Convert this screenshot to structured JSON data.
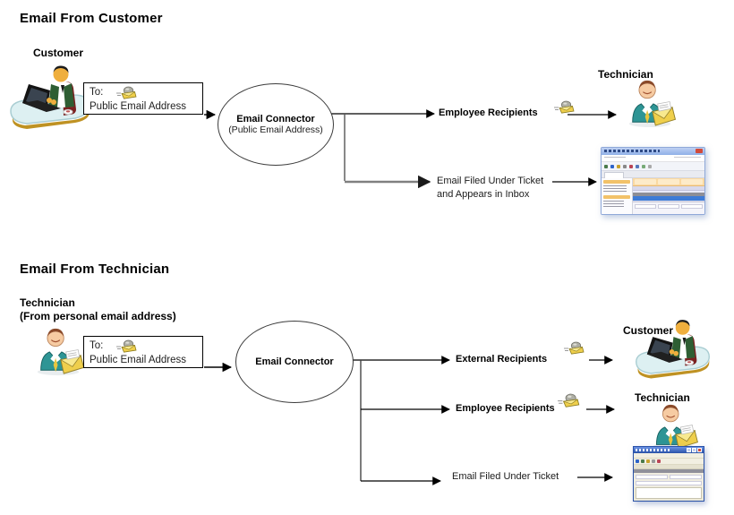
{
  "diagram": {
    "section_customer": {
      "title": "Email From Customer",
      "sender_label": "Customer",
      "to_box": {
        "prefix": "To:",
        "address": "Public Email Address"
      },
      "connector": {
        "name": "Email Connector",
        "detail": "(Public Email Address)"
      },
      "branch_employee": {
        "label": "Employee Recipients",
        "target_label": "Technician"
      },
      "branch_ticket": {
        "line1": "Email Filed Under Ticket",
        "line2": "and Appears in Inbox"
      }
    },
    "section_technician": {
      "title": "Email From Technician",
      "sender_label": "Technician",
      "sender_sublabel": "(From personal email address)",
      "to_box": {
        "prefix": "To:",
        "address": "Public Email Address"
      },
      "connector": {
        "name": "Email Connector"
      },
      "branch_external": {
        "label": "External Recipients",
        "target_label": "Customer"
      },
      "branch_employee": {
        "label": "Employee Recipients",
        "target_label": "Technician"
      },
      "branch_ticket": {
        "label": "Email Filed Under Ticket"
      }
    }
  },
  "icons": {
    "customer": "person-at-laptop-icon",
    "technician": "person-with-envelope-icon",
    "email": "sending-mail-icon",
    "inbox_screenshot": "helpdesk-inbox-app-screenshot",
    "ticket_screenshot": "helpdesk-ticket-app-screenshot"
  },
  "colors": {
    "text": "#000000",
    "connector_line": "#000000",
    "branch_gray": "#808080",
    "envelope_yellow": "#EFCF4C",
    "app_titlebar_light_blue": "#8FB0E8",
    "app_titlebar_xp_blue": "#2A52A8",
    "selected_row_blue": "#3E7BD6"
  }
}
